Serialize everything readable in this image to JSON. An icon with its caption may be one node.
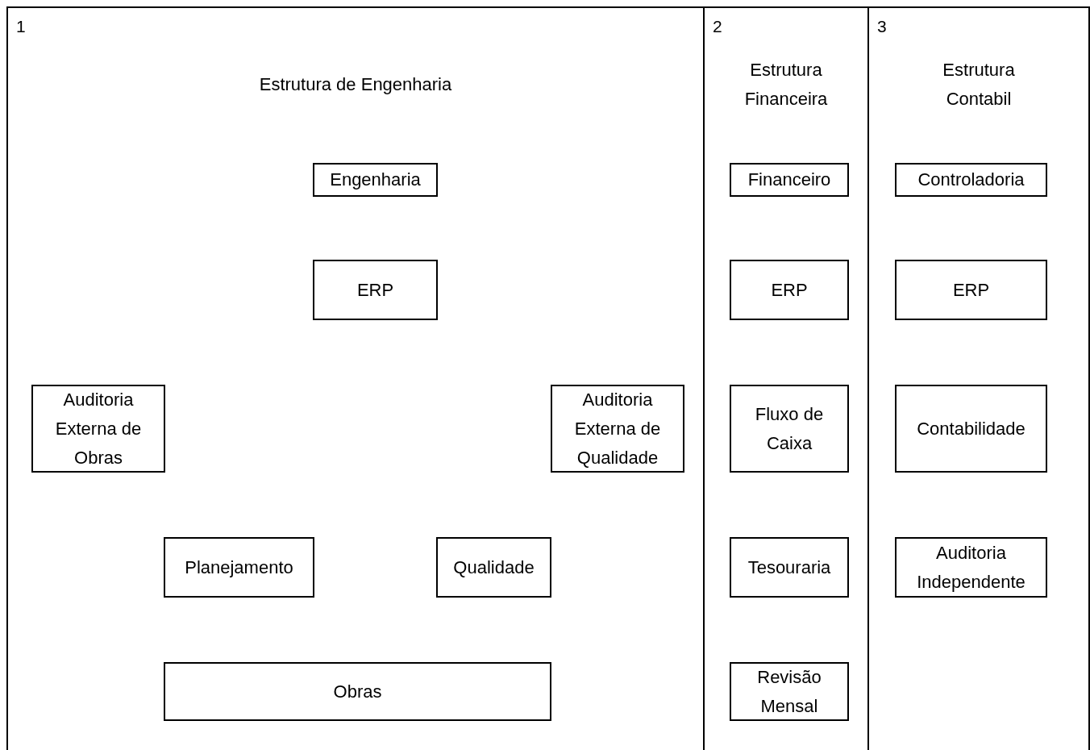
{
  "diagram": {
    "nodes": [
      {
        "text": [
          "1",
          "Estrutura de Engenharia"
        ]
      },
      {
        "text": [
          "Engenharia"
        ],
        "in": 0
      },
      {
        "text": [
          "ERP"
        ],
        "in": 0
      },
      {
        "text": [
          "Auditoria Externa de Obras"
        ],
        "in": 0
      },
      {
        "text": [
          "Auditoria Externa de Qualidade"
        ],
        "in": 0
      },
      {
        "text": [
          "Planejamento"
        ],
        "in": 0
      },
      {
        "text": [
          "Qualidade"
        ],
        "in": 0
      },
      {
        "text": [
          "Obras"
        ],
        "in": 0
      },
      {
        "text": [
          "2",
          "Estrutura Financeira"
        ]
      },
      {
        "text": [
          "Financeiro"
        ],
        "in": 8
      },
      {
        "text": [
          "ERP"
        ],
        "in": 8
      },
      {
        "text": [
          "Fluxo de Caixa"
        ],
        "in": 8
      },
      {
        "text": [
          "Tesouraria"
        ],
        "in": 8
      },
      {
        "text": [
          "Revisão Mensal"
        ],
        "in": 8
      },
      {
        "text": [
          "3",
          "Estrutura Contabil"
        ]
      },
      {
        "text": [
          "Controladoria"
        ],
        "in": 14
      },
      {
        "text": [
          "ERP"
        ],
        "in": 14
      },
      {
        "text": [
          "Contabilidade"
        ],
        "in": 14
      },
      {
        "text": [
          "Auditoria Independente"
        ],
        "in": 14
      }
    ]
  }
}
